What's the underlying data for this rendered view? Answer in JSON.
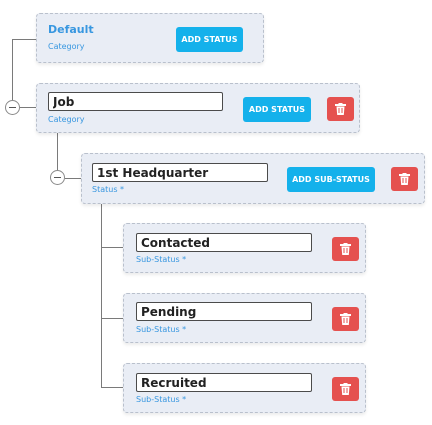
{
  "tree": {
    "default": {
      "name": "Default",
      "label": "Category",
      "add_button": "ADD STATUS"
    },
    "job": {
      "name": "Job",
      "label": "Category",
      "add_button": "ADD STATUS"
    },
    "headquarter": {
      "name": "1st Headquarter",
      "label": "Status *",
      "add_button": "ADD SUB-STATUS"
    },
    "substatuses": [
      {
        "name": "Contacted",
        "label": "Sub-Status *"
      },
      {
        "name": "Pending",
        "label": "Sub-Status *"
      },
      {
        "name": "Recruited",
        "label": "Sub-Status *"
      }
    ]
  },
  "colors": {
    "accent_text": "#3897e0",
    "add_button": "#14b1eb",
    "delete_button": "#e5514f",
    "card_background": "#e9edf5"
  },
  "icons": {
    "delete": "trash-icon",
    "collapse": "minus-circle-icon"
  }
}
